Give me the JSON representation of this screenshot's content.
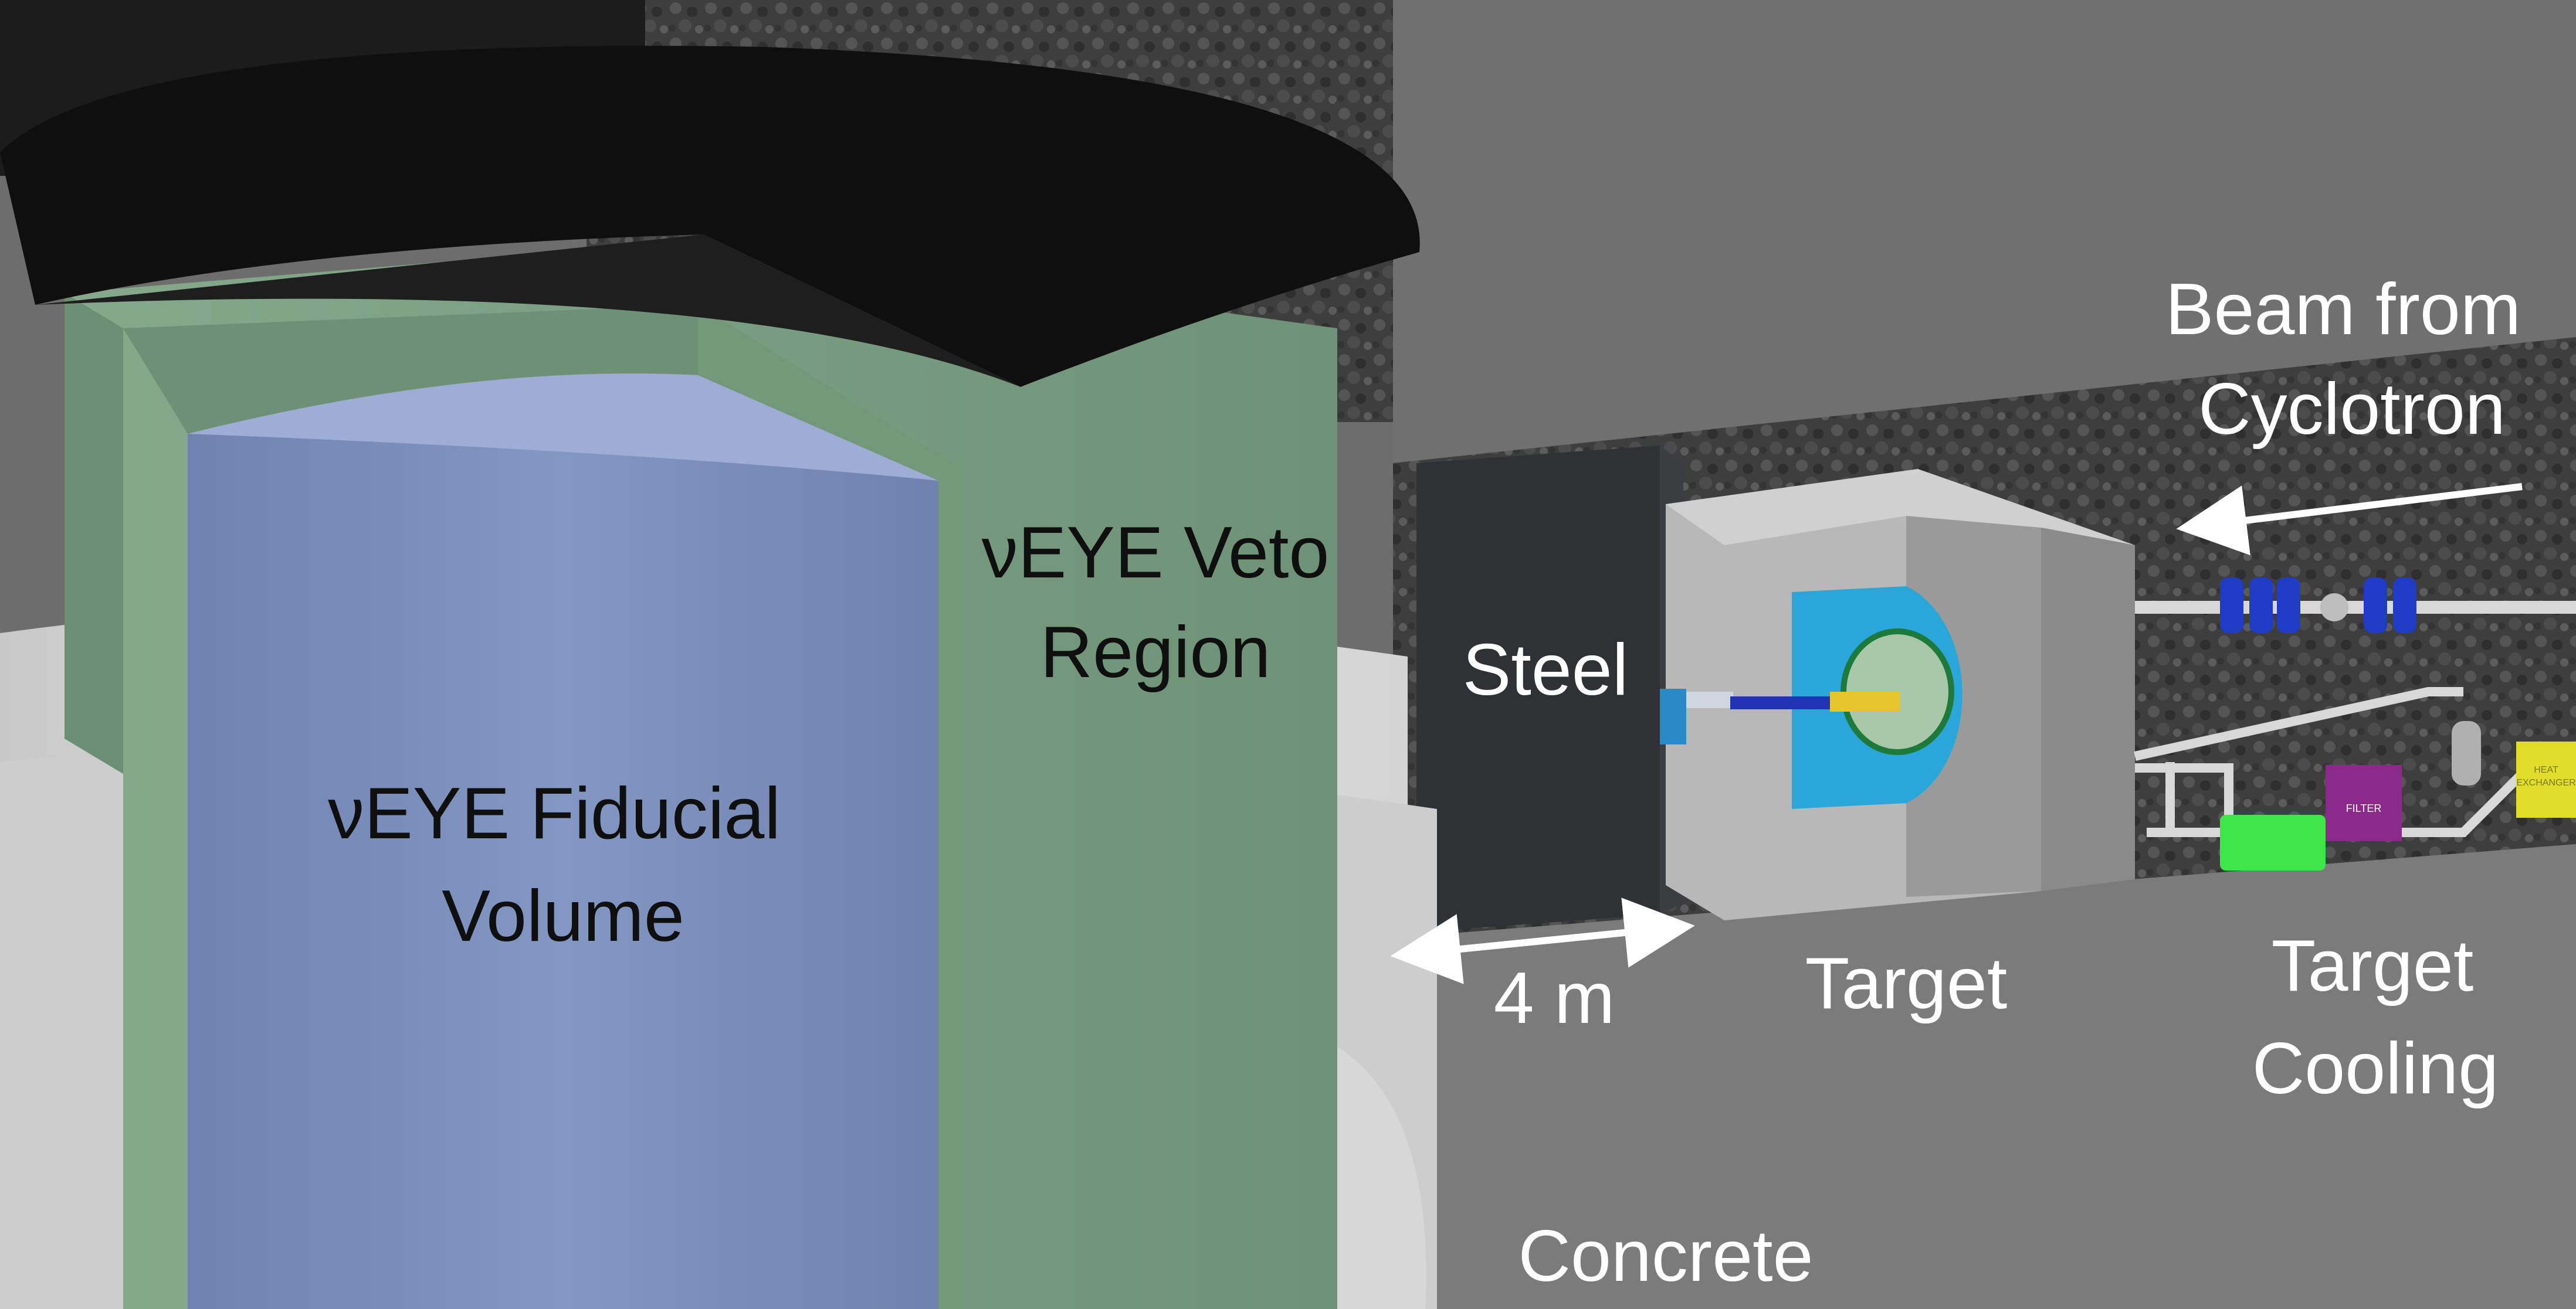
{
  "labels": {
    "fiducial_line1": "νEYE Fiducial",
    "fiducial_line2": "Volume",
    "veto_line1": "νEYE Veto",
    "veto_line2": "Region",
    "steel": "Steel",
    "distance": "4 m",
    "target": "Target",
    "beam_line1": "Beam from",
    "beam_line2": "Cyclotron",
    "cooling_line1": "Target",
    "cooling_line2": "Cooling",
    "concrete": "Concrete",
    "filter_tag": "FILTER",
    "heat_exchanger_line1": "HEAT",
    "heat_exchanger_line2": "EXCHANGER"
  },
  "colors": {
    "fiducial": "#7f93bd",
    "veto": "#7fa285",
    "concrete_light": "#e2e2e2",
    "concrete_dark": "#7c7c7c",
    "steel": "#2f3134",
    "target_box": "#b9b9b9",
    "target_shield": "#2aa7d8",
    "magnet_blue": "#1f3cc4",
    "pump_green": "#3ee64a",
    "filter_purple": "#8c2a8c",
    "exchanger_yellow": "#e2dc2a"
  }
}
